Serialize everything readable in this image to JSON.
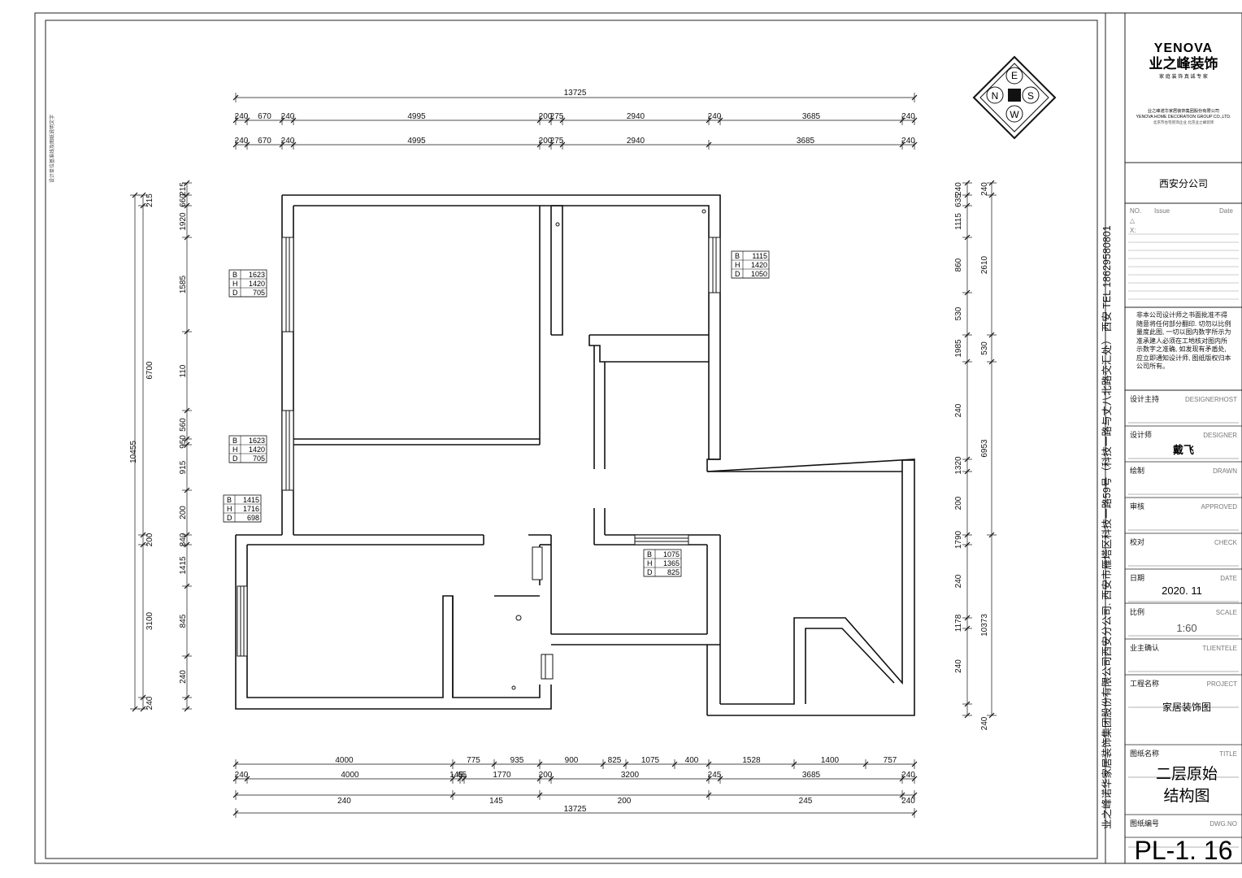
{
  "dims_top_total": "13725",
  "dims_top_row1": [
    "240",
    "670",
    "240",
    "4995",
    "200",
    "275",
    "2940",
    "240",
    "3685",
    "240"
  ],
  "dims_top_row2": [
    "240",
    "670",
    "240",
    "4995",
    "200",
    "275",
    "2940",
    "3685",
    "240"
  ],
  "dims_bottom_row1": [
    "4000",
    "775",
    "935",
    "900",
    "825",
    "1075",
    "400",
    "1528",
    "1400",
    "757"
  ],
  "dims_bottom_row2": [
    "240",
    "4000",
    "145",
    "65",
    "1770",
    "200",
    "3200",
    "245",
    "3685",
    "240"
  ],
  "dims_bottom_row3": [
    "240",
    "145",
    "200",
    "245",
    "240"
  ],
  "dims_bottom_total": "13725",
  "dims_left_outer": [
    "215",
    "6700",
    "200",
    "3100",
    "240"
  ],
  "dims_left_total": "10455",
  "dims_left_inner": [
    "215",
    "660",
    "1920",
    "1585",
    "110",
    "560",
    "950",
    "915",
    "200",
    "840",
    "1415",
    "845",
    "240"
  ],
  "dims_right_inner": [
    "240",
    "635",
    "1115",
    "860",
    "530",
    "1985",
    "240",
    "1320",
    "200",
    "1790",
    "240",
    "1178",
    "240"
  ],
  "dims_right_outer": [
    "240",
    "2610",
    "530",
    "6953",
    "10373",
    "240"
  ],
  "windows": [
    {
      "B": "1623",
      "H": "1420",
      "D": "705"
    },
    {
      "B": "1623",
      "H": "1420",
      "D": "705"
    },
    {
      "B": "1415",
      "H": "1716",
      "D": "698"
    },
    {
      "B": "1115",
      "H": "1420",
      "D": "1050"
    },
    {
      "B": "1075",
      "H": "1365",
      "D": "825"
    }
  ],
  "window_keys": [
    "B",
    "H",
    "D"
  ],
  "compass": {
    "n": "N",
    "e": "E",
    "s": "S",
    "w": "W"
  },
  "company_vertical": "业之峰诺华家居装饰集团股份有限公司西安分公司. 西安市雁塔区科技一路59号（科技一路与丈八北路交汇处） 西安 TEL 18629580801",
  "left_margin_note": "设计单位基准线及图纸说明文字",
  "title_block": {
    "logo_en": "YENOVA",
    "logo_cn": "业之峰装饰",
    "logo_slogan": "家 庭 装 饰 真 诚 专 家",
    "company_lines": [
      "业之峰诺华家居装饰集团股份有限公司",
      "YENOVA HOME DECORATION GROUP CO.,LTD.",
      "北京市住宅装饰企业 北京业之峰装饰"
    ],
    "branch": "西安分公司",
    "no_label": "NO.",
    "issue_label": "Issue",
    "date_col_label": "Date",
    "notice": "非本公司设计师之书面批准不得随意将任何部分翻印. 切勿以比例量度此图, 一切以图内数字所示为准承建人必须在工地核对图内所示数字之准确, 如发现有矛盾处, 应立即通知设计师, 图纸版权归本公司所有。",
    "design_host_cn": "设计主持",
    "design_host_en": "DESIGNERHOST",
    "designer_cn": "设计师",
    "designer_en": "DESIGNER",
    "designer_name": "戴飞",
    "drawn_cn": "绘制",
    "drawn_en": "DRAWN",
    "approved_cn": "审核",
    "approved_en": "APPROVED",
    "check_cn": "校对",
    "check_en": "CHECK",
    "date_cn": "日期",
    "date_en": "DATE",
    "date_value": "2020. 11",
    "scale_cn": "比例",
    "scale_en": "SCALE",
    "scale_value": "1:60",
    "client_cn": "业主确认",
    "client_en": "TLIENTELE",
    "project_cn": "工程名称",
    "project_en": "PROJECT",
    "project_value": "家居装饰图",
    "title_cn": "图纸名称",
    "title_en": "TITLE",
    "title_value_1": "二层原始",
    "title_value_2": "结构图",
    "dwg_cn": "图纸编号",
    "dwg_en": "DWG.NO",
    "dwg_value": "PL-1. 16"
  }
}
